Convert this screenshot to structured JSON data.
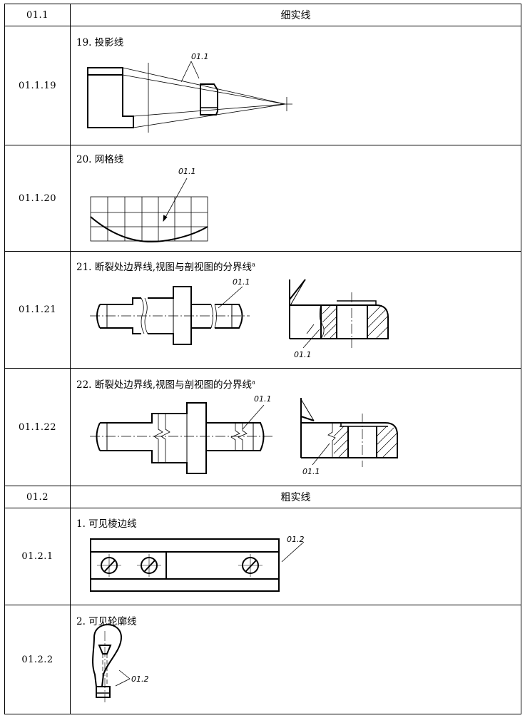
{
  "rows": [
    {
      "code": "01.1",
      "header": "细实线"
    },
    {
      "code": "01.1.19",
      "label": "19. 投影线",
      "callouts": [
        "01.1"
      ]
    },
    {
      "code": "01.1.20",
      "label": "20. 网格线",
      "callouts": [
        "01.1"
      ]
    },
    {
      "code": "01.1.21",
      "label": "21. 断裂处边界线,视图与剖视图的分界线",
      "note_mark": "a",
      "callouts": [
        "01.1",
        "01.1"
      ]
    },
    {
      "code": "01.1.22",
      "label": "22. 断裂处边界线,视图与剖视图的分界线",
      "note_mark": "a",
      "callouts": [
        "01.1",
        "01.1"
      ]
    },
    {
      "code": "01.2",
      "header": "粗实线"
    },
    {
      "code": "01.2.1",
      "label": "1. 可见棱边线",
      "callouts": [
        "01.2"
      ]
    },
    {
      "code": "01.2.2",
      "label": "2. 可见轮廓线",
      "callouts": [
        "01.2"
      ]
    }
  ]
}
